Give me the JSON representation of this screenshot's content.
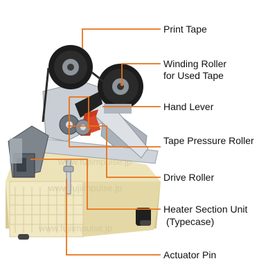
{
  "labels": {
    "print_tape": "Print Tape",
    "winding_roller_1": "Winding Roller",
    "winding_roller_2": "for Used Tape",
    "hand_lever": "Hand Lever",
    "tape_pressure_roller": "Tape Pressure Roller",
    "drive_roller": "Drive Roller",
    "heater_section_1": "Heater Section Unit",
    "heater_section_2": "(Typecase)",
    "actuator_pin": "Actuator Pin"
  },
  "watermark": "www.fujiimpulse.jp",
  "colors": {
    "leader_line": "#e8731a",
    "base": "#ede3b8",
    "base_shadow": "#cdbf8a",
    "metal": "#b8bec6",
    "roller_black": "#1c1c1c",
    "lever_red": "#c83a1e"
  }
}
